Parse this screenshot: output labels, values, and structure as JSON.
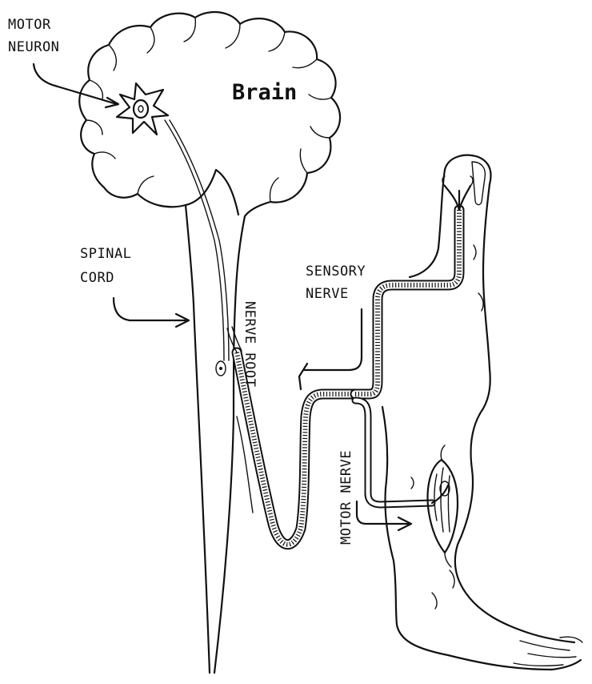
{
  "diagram": {
    "title": "Brain",
    "labels": {
      "motor_neuron_line1": "MOTOR",
      "motor_neuron_line2": "NEURON",
      "spinal_cord_line1": "SPINAL",
      "spinal_cord_line2": "CORD",
      "sensory_nerve_line1": "SENSORY",
      "sensory_nerve_line2": "NERVE",
      "nerve_root": "NERVE ROOT",
      "motor_nerve": "MOTOR NERVE"
    }
  }
}
